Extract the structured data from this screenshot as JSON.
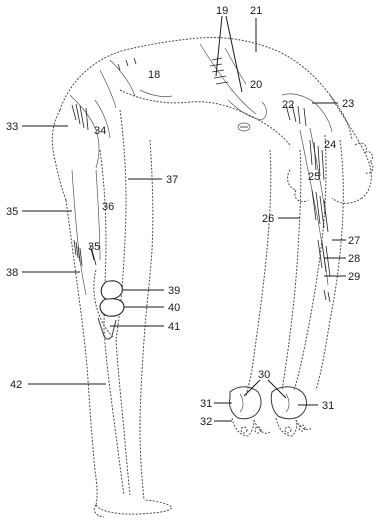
{
  "labels": {
    "l18": "18",
    "l19": "19",
    "l20": "20",
    "l21": "21",
    "l22": "22",
    "l23": "23",
    "l24": "24",
    "l25": "25",
    "l26": "26",
    "l27": "27",
    "l28": "28",
    "l29": "29",
    "l30": "30",
    "l31a": "31",
    "l31b": "31",
    "l32": "32",
    "l33": "33",
    "l34": "34",
    "l35a": "35",
    "l35b": "35",
    "l36": "36",
    "l37": "37",
    "l38": "38",
    "l39": "39",
    "l40": "40",
    "l41": "41",
    "l42": "42"
  }
}
